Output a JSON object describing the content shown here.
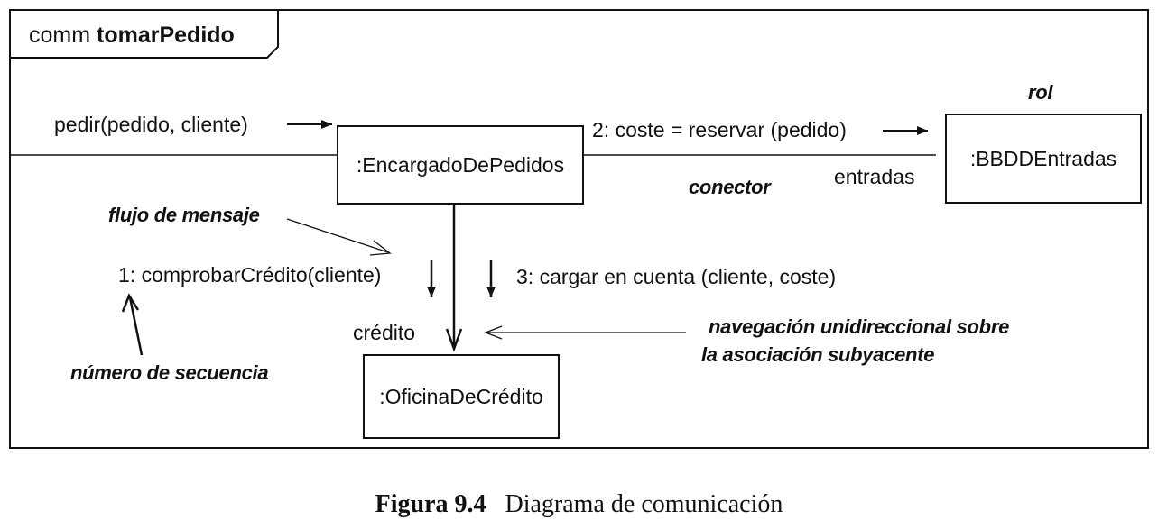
{
  "frame": {
    "keyword": "comm",
    "name": "tomarPedido"
  },
  "objects": {
    "encargado": ":EncargadoDePedidos",
    "bbdd": ":BBDDEntradas",
    "oficina": ":OficinaDeCrédito"
  },
  "messages": {
    "pedir": "pedir(pedido, cliente)",
    "reservar": "2: coste = reservar (pedido)",
    "comprobar": "1: comprobarCrédito(cliente)",
    "cargar": "3: cargar en cuenta (cliente, coste)"
  },
  "role_labels": {
    "entradas": "entradas",
    "credito": "crédito"
  },
  "annotations": {
    "rol": "rol",
    "conector": "conector",
    "flujo": "flujo de mensaje",
    "numero": "número de secuencia",
    "navegacion_1": "navegación unidireccional sobre",
    "navegacion_2": "la asociación subyacente"
  },
  "caption": {
    "number": "Figura 9.4",
    "text": "Diagrama de comunicación"
  }
}
